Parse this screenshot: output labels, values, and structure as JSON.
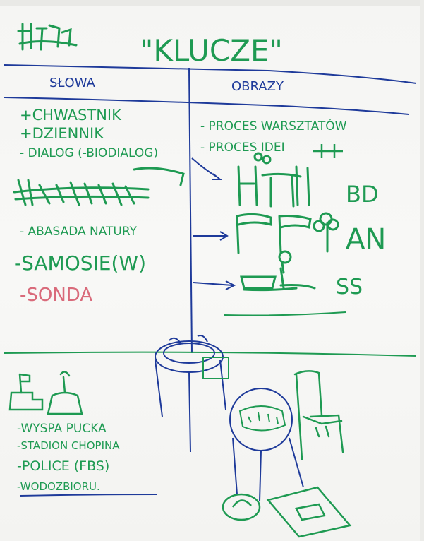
{
  "title": "\"KLUCZE\"",
  "columns": {
    "left_header": "SŁOWA",
    "right_header": "OBRAZY"
  },
  "words": [
    {
      "text": "+CHWASTNIK",
      "color": "#1e9a52"
    },
    {
      "text": "+DZIENNIK",
      "color": "#1e9a52"
    },
    {
      "text": "- DIALOG (-BIODIALOG)",
      "color": "#1e9a52"
    },
    {
      "text": "- ABASADA NATURY",
      "color": "#1e9a52"
    },
    {
      "text": "-SAMOSIE(W)",
      "color": "#1e9a52"
    },
    {
      "text": "-SONDA",
      "color": "#d96a7a"
    }
  ],
  "images": [
    {
      "text": "- PROCES WARSZTATÓW",
      "color": "#1e9a52"
    },
    {
      "text": "- PROCES IDEI",
      "color": "#1e9a52"
    }
  ],
  "codes": [
    "BD",
    "AN",
    "SS"
  ],
  "places": [
    "-WYSPA PUCKA",
    "-STADION CHOPINA",
    "-POLICE (FBS)",
    "-WODOZBIORU."
  ],
  "colors": {
    "green_marker": "#1e9a52",
    "blue_marker": "#1e3a9a",
    "red_marker": "#d96a7a",
    "paper": "#f7f7f5"
  }
}
